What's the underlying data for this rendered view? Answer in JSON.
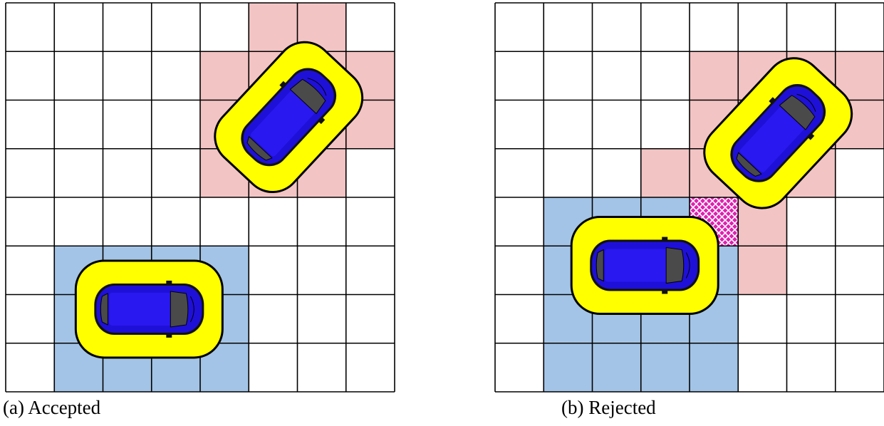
{
  "panels": [
    {
      "id": "a",
      "caption": "(a) Accepted",
      "grid": {
        "rows": 8,
        "cols": 8
      },
      "colors": {
        "vehicle_a_region": "#a3c4e6",
        "vehicle_b_region": "#f3c4c4",
        "conflict": "#e020b0",
        "envelope": "#ffff00",
        "car_body": "#1f10d8",
        "window": "#4a4a4a"
      },
      "cells_vehicle_a": [
        [
          5,
          1
        ],
        [
          5,
          2
        ],
        [
          5,
          3
        ],
        [
          5,
          4
        ],
        [
          6,
          1
        ],
        [
          6,
          2
        ],
        [
          6,
          3
        ],
        [
          6,
          4
        ],
        [
          7,
          1
        ],
        [
          7,
          2
        ],
        [
          7,
          3
        ],
        [
          7,
          4
        ]
      ],
      "cells_vehicle_b": [
        [
          0,
          5
        ],
        [
          0,
          6
        ],
        [
          1,
          4
        ],
        [
          1,
          5
        ],
        [
          1,
          6
        ],
        [
          1,
          7
        ],
        [
          2,
          4
        ],
        [
          2,
          5
        ],
        [
          2,
          6
        ],
        [
          2,
          7
        ],
        [
          3,
          4
        ],
        [
          3,
          5
        ],
        [
          3,
          6
        ]
      ],
      "cells_conflict": [],
      "cars": [
        {
          "name": "vehicle-a",
          "cx": 2.95,
          "cy": 6.3,
          "angle": 0
        },
        {
          "name": "vehicle-b",
          "cx": 5.82,
          "cy": 2.35,
          "angle": -47
        }
      ]
    },
    {
      "id": "b",
      "caption": "(b) Rejected",
      "grid": {
        "rows": 8,
        "cols": 8
      },
      "colors": {
        "vehicle_a_region": "#a3c4e6",
        "vehicle_b_region": "#f3c4c4",
        "conflict": "#e020b0",
        "envelope": "#ffff00",
        "car_body": "#1f10d8",
        "window": "#4a4a4a"
      },
      "cells_vehicle_a": [
        [
          4,
          1
        ],
        [
          4,
          2
        ],
        [
          4,
          3
        ],
        [
          5,
          1
        ],
        [
          5,
          2
        ],
        [
          5,
          3
        ],
        [
          5,
          4
        ],
        [
          6,
          1
        ],
        [
          6,
          2
        ],
        [
          6,
          3
        ],
        [
          6,
          4
        ],
        [
          7,
          1
        ],
        [
          7,
          2
        ],
        [
          7,
          3
        ],
        [
          7,
          4
        ]
      ],
      "cells_vehicle_b": [
        [
          1,
          4
        ],
        [
          1,
          5
        ],
        [
          1,
          6
        ],
        [
          1,
          7
        ],
        [
          2,
          4
        ],
        [
          2,
          5
        ],
        [
          2,
          6
        ],
        [
          2,
          7
        ],
        [
          3,
          3
        ],
        [
          3,
          4
        ],
        [
          3,
          5
        ],
        [
          3,
          6
        ],
        [
          4,
          5
        ],
        [
          5,
          5
        ]
      ],
      "cells_conflict": [
        [
          4,
          4
        ]
      ],
      "cars": [
        {
          "name": "vehicle-a",
          "cx": 3.08,
          "cy": 5.4,
          "angle": 0
        },
        {
          "name": "vehicle-b",
          "cx": 5.82,
          "cy": 2.68,
          "angle": -47
        }
      ]
    }
  ]
}
